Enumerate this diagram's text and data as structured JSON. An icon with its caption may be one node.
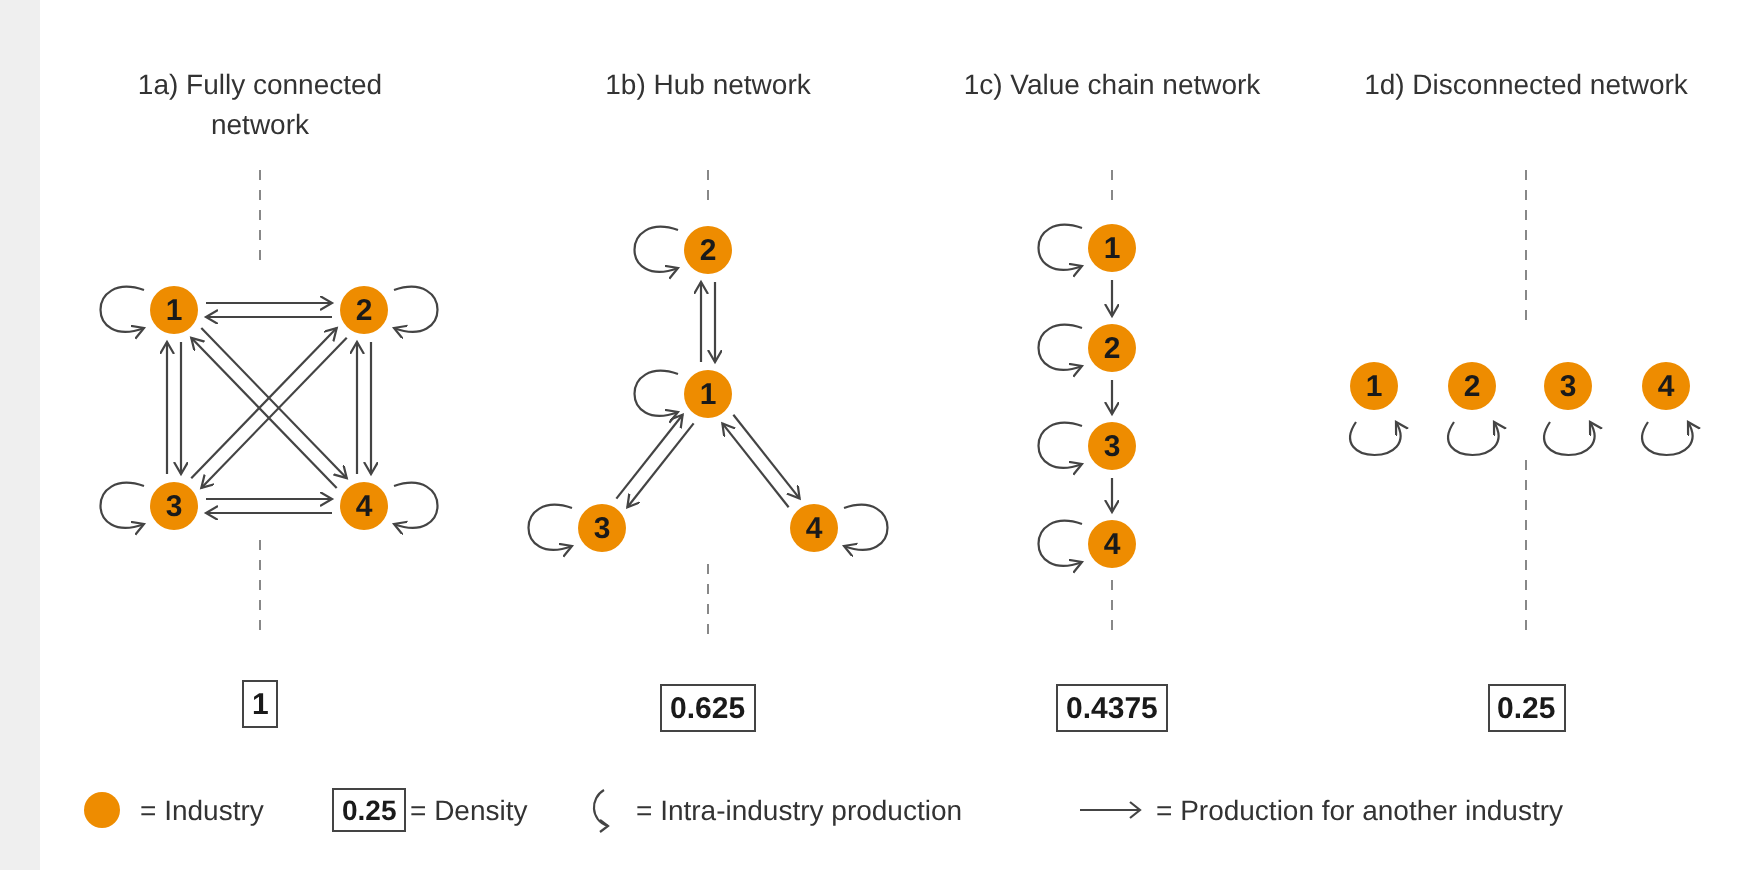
{
  "diagram": {
    "nodes": [
      {
        "text": [
          "1"
        ]
      },
      {
        "text": [
          "2"
        ]
      },
      {
        "text": [
          "3"
        ]
      },
      {
        "text": [
          "4"
        ]
      },
      {
        "text": [
          "1"
        ]
      },
      {
        "text": [
          "1"
        ]
      },
      {
        "text": [
          "2"
        ]
      },
      {
        "text": [
          "3"
        ]
      },
      {
        "text": [
          "4"
        ]
      },
      {
        "text": [
          "0.625"
        ]
      },
      {
        "text": [
          "1"
        ]
      },
      {
        "text": [
          "2"
        ]
      },
      {
        "text": [
          "3"
        ]
      },
      {
        "text": [
          "4"
        ]
      },
      {
        "text": [
          "0.4375"
        ]
      },
      {
        "text": [
          "1"
        ]
      },
      {
        "text": [
          "2"
        ]
      },
      {
        "text": [
          "3"
        ]
      },
      {
        "text": [
          "4"
        ]
      },
      {
        "text": [
          "0.25"
        ]
      }
    ],
    "edges": [
      {
        "from": 0,
        "to": 1,
        "arrow": "to"
      },
      {
        "from": 1,
        "to": 0,
        "arrow": "to"
      },
      {
        "from": 0,
        "to": 2,
        "arrow": "to"
      },
      {
        "from": 2,
        "to": 0,
        "arrow": "to"
      },
      {
        "from": 1,
        "to": 3,
        "arrow": "to"
      },
      {
        "from": 3,
        "to": 1,
        "arrow": "to"
      },
      {
        "from": 2,
        "to": 3,
        "arrow": "to"
      },
      {
        "from": 3,
        "to": 2,
        "arrow": "to"
      },
      {
        "from": 0,
        "to": 3,
        "arrow": "to"
      },
      {
        "from": 3,
        "to": 0,
        "arrow": "to"
      },
      {
        "from": 1,
        "to": 2,
        "arrow": "to"
      },
      {
        "from": 2,
        "to": 1,
        "arrow": "to"
      },
      {
        "from": 0,
        "to": 0,
        "arrow": "to"
      },
      {
        "from": 1,
        "to": 1,
        "arrow": "to"
      },
      {
        "from": 2,
        "to": 2,
        "arrow": "to"
      },
      {
        "from": 3,
        "to": 3,
        "arrow": "to"
      },
      {
        "from": 6,
        "to": 5,
        "arrow": "to"
      },
      {
        "from": 5,
        "to": 6,
        "arrow": "to"
      },
      {
        "from": 5,
        "to": 7,
        "arrow": "to"
      },
      {
        "from": 7,
        "to": 5,
        "arrow": "to"
      },
      {
        "from": 5,
        "to": 8,
        "arrow": "to"
      },
      {
        "from": 8,
        "to": 5,
        "arrow": "to"
      },
      {
        "from": 5,
        "to": 5,
        "arrow": "to"
      },
      {
        "from": 6,
        "to": 6,
        "arrow": "to"
      },
      {
        "from": 7,
        "to": 7,
        "arrow": "to"
      },
      {
        "from": 8,
        "to": 8,
        "arrow": "to"
      },
      {
        "from": 10,
        "to": 11,
        "arrow": "to"
      },
      {
        "from": 11,
        "to": 12,
        "arrow": "to"
      },
      {
        "from": 12,
        "to": 13,
        "arrow": "to"
      },
      {
        "from": 10,
        "to": 10,
        "arrow": "to"
      },
      {
        "from": 11,
        "to": 11,
        "arrow": "to"
      },
      {
        "from": 12,
        "to": 12,
        "arrow": "to"
      },
      {
        "from": 13,
        "to": 13,
        "arrow": "to"
      },
      {
        "from": 15,
        "to": 15,
        "arrow": "to"
      },
      {
        "from": 16,
        "to": 16,
        "arrow": "to"
      },
      {
        "from": 17,
        "to": 17,
        "arrow": "to"
      },
      {
        "from": 18,
        "to": 18,
        "arrow": "to"
      }
    ],
    "labels": [
      "1a) Fully connected network",
      "1b) Hub network",
      "1c) Value chain network",
      "1d) Disconnected network",
      "0.25"
    ],
    "legend": [
      {
        "text": "= Industry",
        "color": "#ee8c00"
      },
      {
        "text": "= Density"
      },
      {
        "text": "= Intra-industry production"
      },
      {
        "text": "= Production for another industry"
      }
    ]
  }
}
